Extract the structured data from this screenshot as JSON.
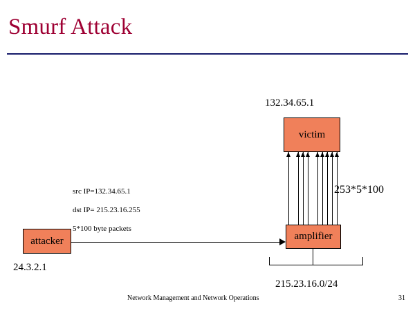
{
  "slide": {
    "title": "Smurf Attack",
    "accent_rule_color": "#151a6a",
    "title_color": "#9e0033",
    "node_fill_color": "#f0805a"
  },
  "diagram": {
    "nodes": [
      {
        "id": "victim",
        "label": "victim",
        "ip_label": "132.34.65.1"
      },
      {
        "id": "amplifier",
        "label": "amplifier",
        "subnet_label": "215.23.16.0/24"
      },
      {
        "id": "attacker",
        "label": "attacker",
        "ip_label": "24.3.2.1"
      }
    ],
    "packet_annotation": {
      "line1": "src IP=132.34.65.1",
      "line2": "dst IP= 215.23.16.255",
      "line3": "5*100 byte packets"
    },
    "amplification_label": "253*5*100",
    "reply_arrow_groups": [
      1,
      3,
      5
    ]
  },
  "footer": {
    "text": "Network Management and Network Operations",
    "page_number": "31"
  }
}
